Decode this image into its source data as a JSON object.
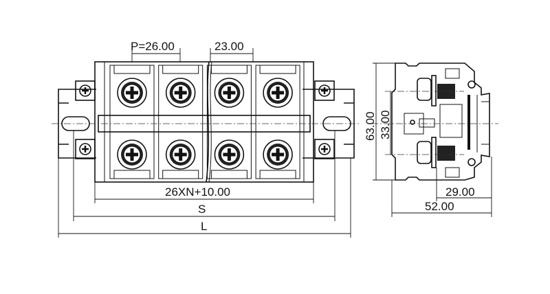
{
  "drawing": {
    "front_view": {
      "pitch_label": "P=26.00",
      "gap_label": "23.00",
      "body_width_label": "26XN+10.00",
      "mount_spacing_label": "S",
      "overall_length_label": "L",
      "screw_columns": 4,
      "screw_rows": 2
    },
    "side_view": {
      "height_label": "63.00",
      "screw_spacing_label": "33.00",
      "rail_depth_label": "29.00",
      "depth_label": "52.00"
    },
    "line_color": "#111111"
  }
}
